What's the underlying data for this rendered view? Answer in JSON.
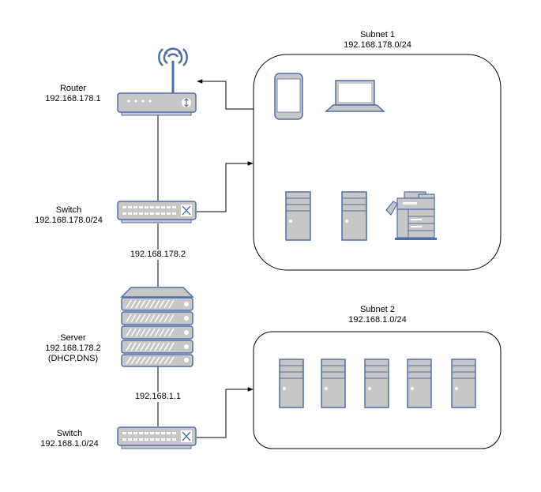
{
  "colors": {
    "device_fill": "#C7C7C7",
    "device_stroke": "#4D6FA8",
    "line": "#000000",
    "background": "#FFFFFF"
  },
  "icons": [
    "wifi-router-icon",
    "network-switch-icon",
    "server-rack-icon",
    "smartphone-icon",
    "laptop-icon",
    "tower-pc-icon",
    "printer-icon"
  ],
  "router": {
    "name": "Router",
    "ip": "192.168.178.1"
  },
  "switch1": {
    "name": "Switch",
    "ip": "192.168.178.0/24"
  },
  "link1": {
    "ip": "192.168.178.2"
  },
  "server": {
    "name": "Server",
    "ip": "192.168.178.2",
    "services": "(DHCP,DNS)"
  },
  "link2": {
    "ip": "192.168.1.1"
  },
  "switch2": {
    "name": "Switch",
    "ip": "192.168.1.0/24"
  },
  "subnet1": {
    "name": "Subnet 1",
    "ip": "192.168.178.0/24"
  },
  "subnet2": {
    "name": "Subnet 2",
    "ip": "192.168.1.0/24"
  }
}
